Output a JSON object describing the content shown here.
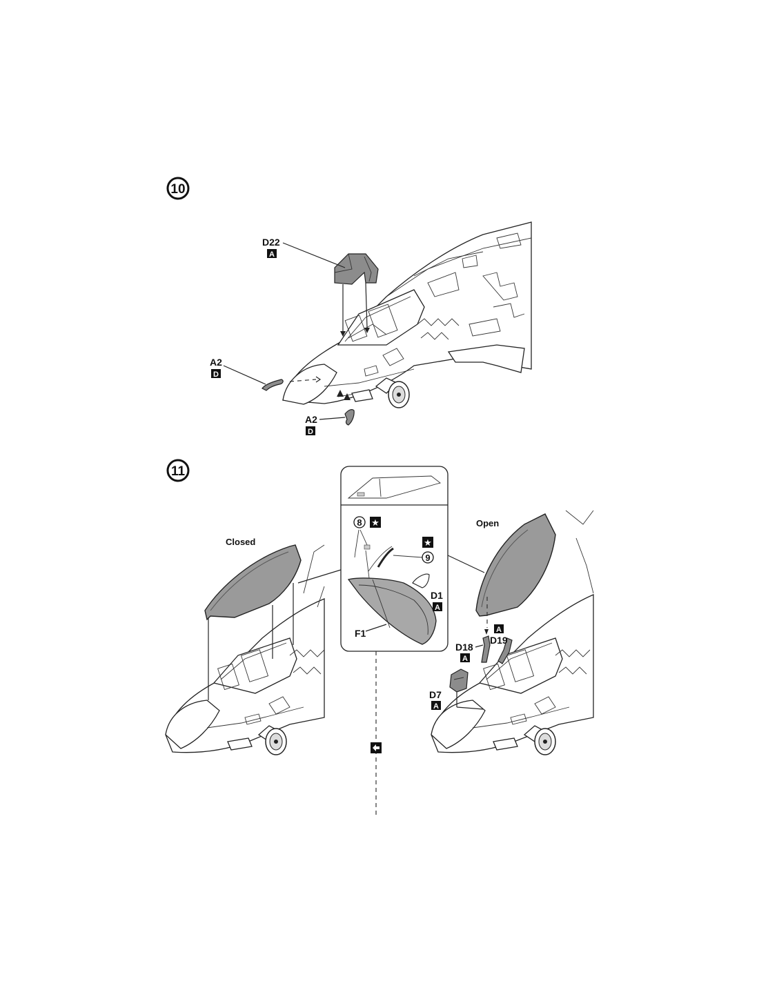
{
  "steps": [
    {
      "number": "10",
      "callouts": [
        {
          "part": "D22",
          "sprue": "A"
        },
        {
          "part": "A2",
          "sprue": "D"
        },
        {
          "part": "A2",
          "sprue": "D"
        }
      ]
    },
    {
      "number": "11",
      "views": {
        "closed": "Closed",
        "open": "Open"
      },
      "detail_callouts": [
        {
          "decal": "8",
          "marker": "star"
        },
        {
          "decal": "9"
        },
        {
          "part": "D1",
          "sprue": "A"
        },
        {
          "part": "F1"
        }
      ],
      "open_callouts": [
        {
          "sprue": "A"
        },
        {
          "part": "D19"
        },
        {
          "part": "D18",
          "sprue": "A"
        },
        {
          "part": "D7",
          "sprue": "A"
        }
      ],
      "option_icon": "swap-arrows-icon"
    }
  ],
  "colors": {
    "ink": "#111111",
    "part_grey": "#8c8c8c",
    "canopy_grey": "#9a9a9a",
    "paper": "#ffffff"
  }
}
